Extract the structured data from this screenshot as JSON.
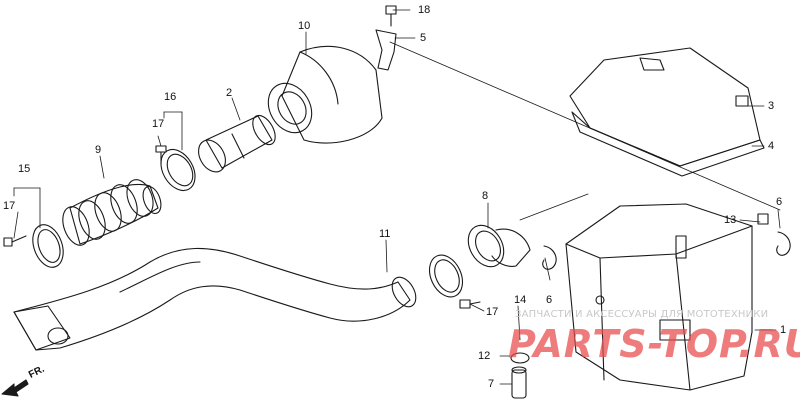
{
  "callouts": [
    "1",
    "2",
    "3",
    "4",
    "5",
    "6",
    "6",
    "7",
    "8",
    "9",
    "10",
    "11",
    "12",
    "13",
    "14",
    "15",
    "16",
    "17",
    "17",
    "17",
    "17",
    "18"
  ],
  "direction_label": "FR.",
  "watermark": {
    "text": "ЗАПЧАСТИ И АКСЕССУАРЫ ДЛЯ МОТОТЕХНИКИ",
    "logo": "PARTS-TOP.RU",
    "color": "#e84a4a"
  },
  "colors": {
    "line": "#1a1a1a",
    "background": "#ffffff"
  }
}
